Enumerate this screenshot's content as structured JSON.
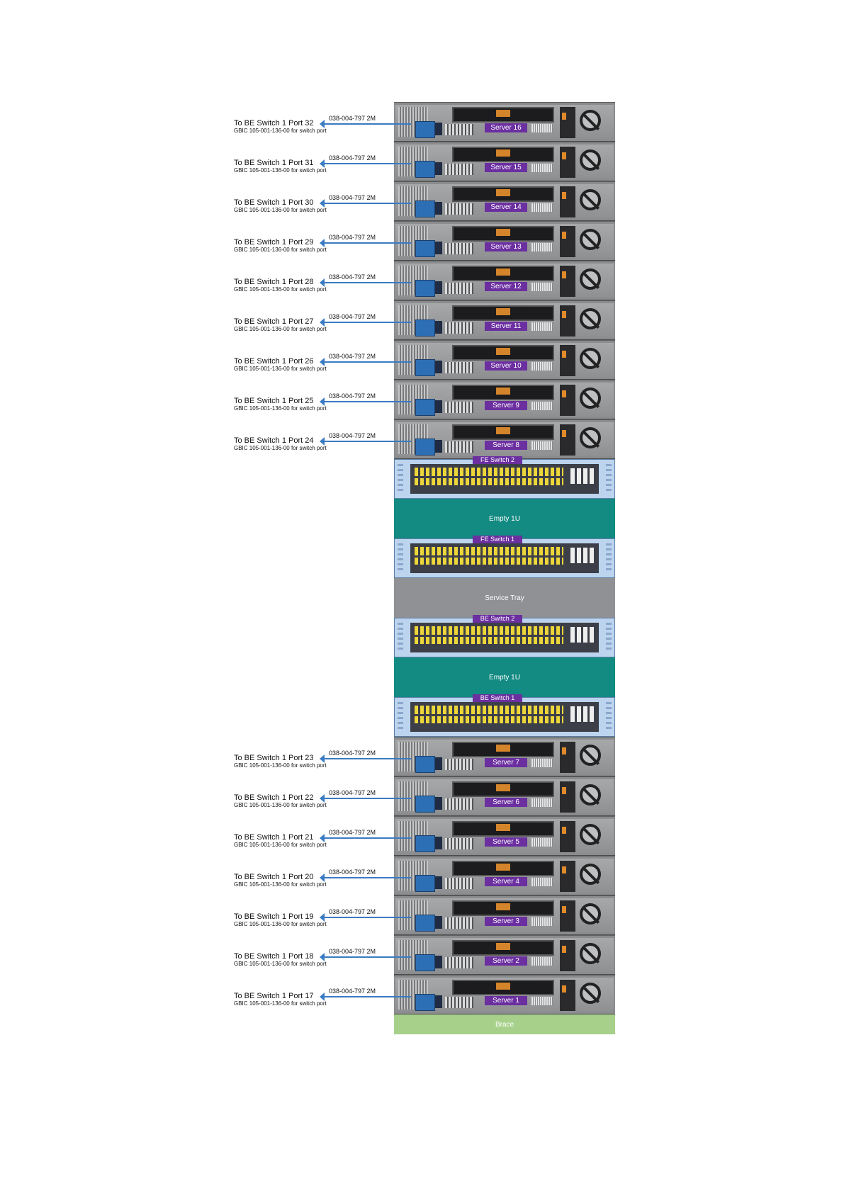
{
  "top_servers": [
    {
      "label": "Server 16",
      "port": "To BE Switch 1 Port 32"
    },
    {
      "label": "Server 15",
      "port": "To BE Switch 1 Port 31"
    },
    {
      "label": "Server 14",
      "port": "To BE Switch 1 Port 30"
    },
    {
      "label": "Server 13",
      "port": "To BE Switch 1 Port 29"
    },
    {
      "label": "Server 12",
      "port": "To BE Switch 1 Port 28"
    },
    {
      "label": "Server 11",
      "port": "To BE Switch 1 Port 27"
    },
    {
      "label": "Server 10",
      "port": "To BE Switch 1 Port 26"
    },
    {
      "label": "Server 9",
      "port": "To BE Switch 1 Port 25"
    },
    {
      "label": "Server 8",
      "port": "To BE Switch 1 Port 24"
    }
  ],
  "middle": [
    {
      "kind": "switch",
      "label": "FE Switch 2"
    },
    {
      "kind": "empty",
      "label": "Empty 1U"
    },
    {
      "kind": "switch",
      "label": "FE Switch 1"
    },
    {
      "kind": "tray",
      "label": "Service Tray"
    },
    {
      "kind": "switch",
      "label": "BE Switch 2"
    },
    {
      "kind": "empty",
      "label": "Empty 1U"
    },
    {
      "kind": "switch",
      "label": "BE Switch 1"
    }
  ],
  "bottom_servers": [
    {
      "label": "Server 7",
      "port": "To BE Switch 1 Port 23"
    },
    {
      "label": "Server 6",
      "port": "To BE Switch 1 Port 22"
    },
    {
      "label": "Server 5",
      "port": "To BE Switch 1 Port 21"
    },
    {
      "label": "Server 4",
      "port": "To BE Switch 1 Port 20"
    },
    {
      "label": "Server 3",
      "port": "To BE Switch 1 Port 19"
    },
    {
      "label": "Server 2",
      "port": "To BE Switch 1 Port 18"
    },
    {
      "label": "Server 1",
      "port": "To BE Switch 1 Port 17"
    }
  ],
  "cable_label": "038-004-797 2M",
  "gbic_label": "GBIC 105-001-136-00 for switch port",
  "brace_label": "Brace",
  "colors": {
    "server_label_bg": "#6b2fa0",
    "empty_1u": "#138a82",
    "service_tray": "#909194",
    "brace": "#a7d18a",
    "arrow": "#3a7bc2"
  }
}
